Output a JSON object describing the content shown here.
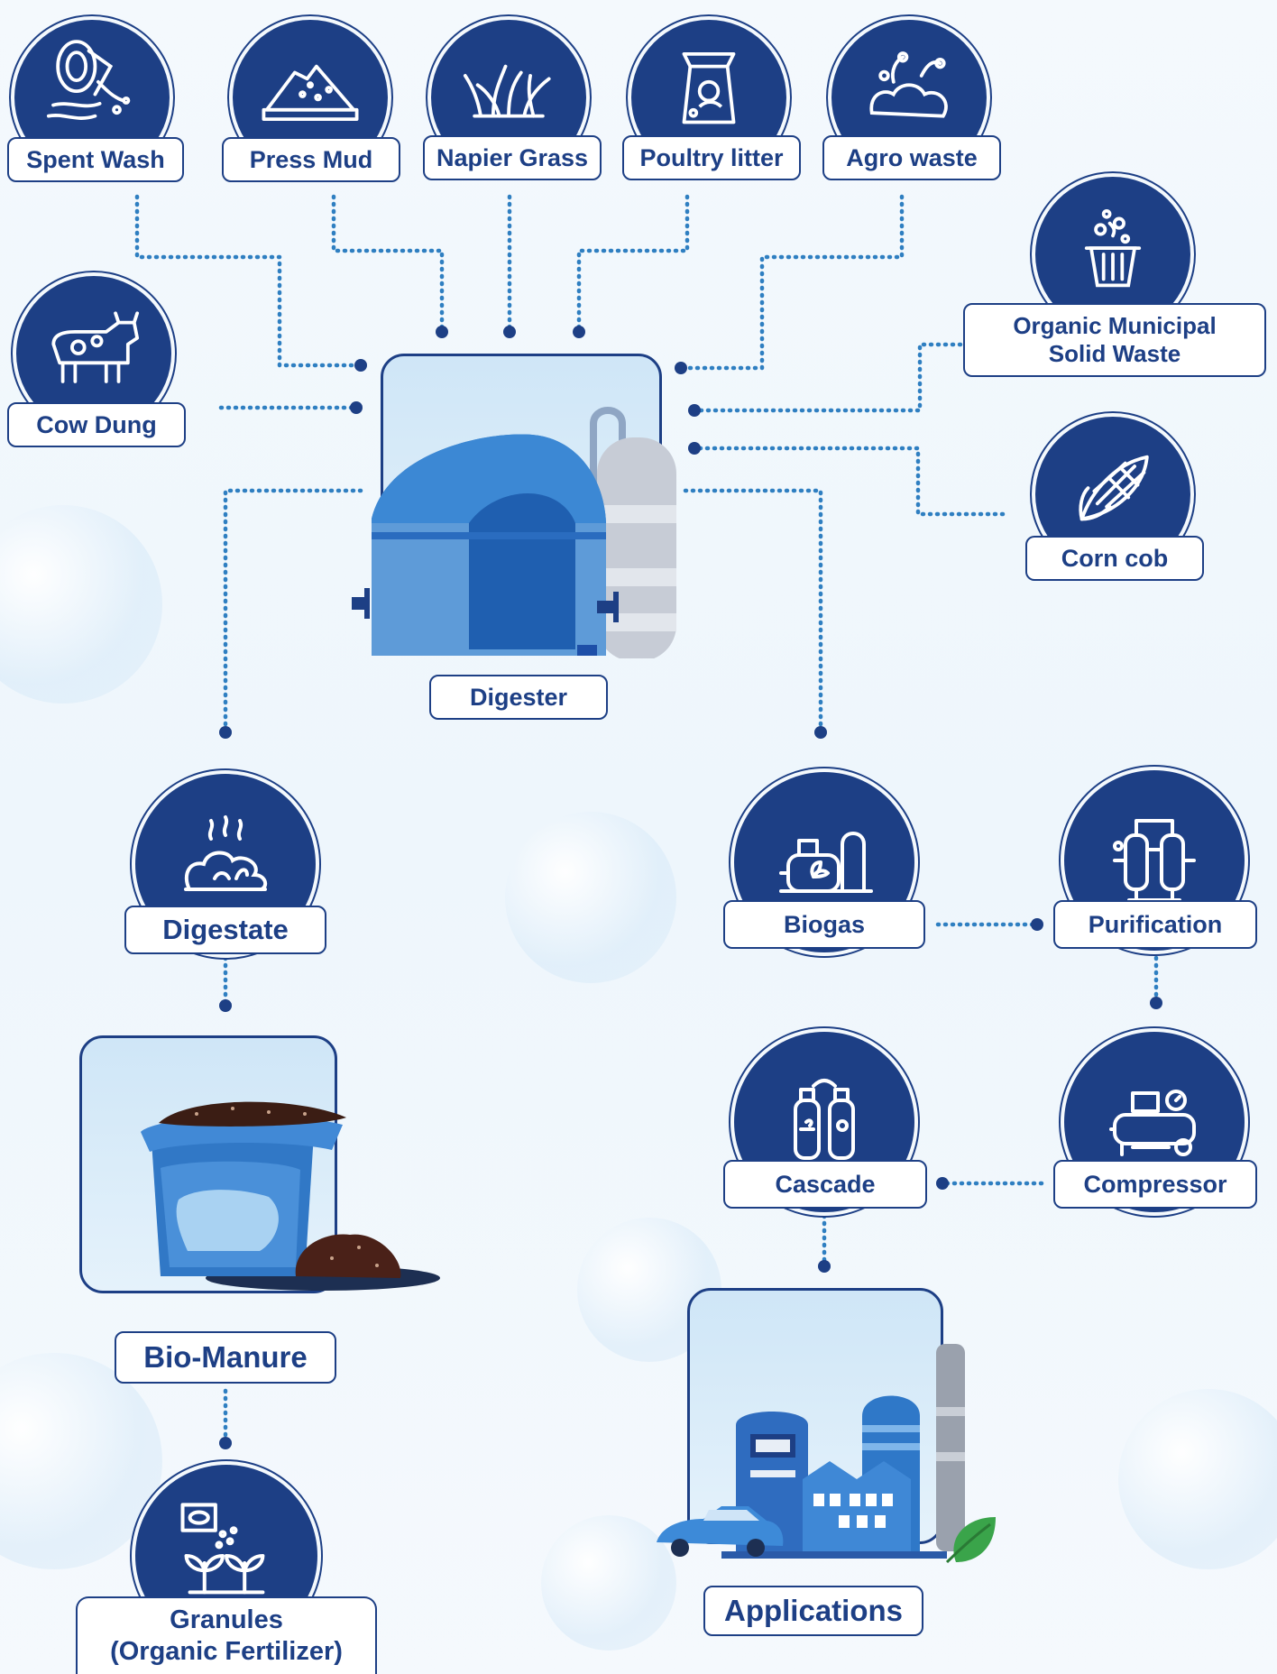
{
  "colors": {
    "navy": "#1d3f85",
    "connector": "#2f7fc1",
    "tank_blue": "#2f78c8",
    "tank_grey": "#c7ccd6"
  },
  "feedstocks": {
    "spent_wash": "Spent Wash",
    "press_mud": "Press Mud",
    "napier_grass": "Napier Grass",
    "poultry_litter": "Poultry litter",
    "agro_waste": "Agro waste",
    "cow_dung": "Cow Dung",
    "omsw_line1": "Organic Municipal",
    "omsw_line2": "Solid Waste",
    "corn_cob": "Corn cob"
  },
  "process": {
    "digester": "Digester",
    "digestate": "Digestate",
    "biogas": "Biogas",
    "purification": "Purification",
    "compressor": "Compressor",
    "cascade": "Cascade",
    "bio_manure": "Bio-Manure",
    "granules_line1": "Granules",
    "granules_line2": "(Organic Fertilizer)",
    "applications": "Applications"
  },
  "icons": {
    "spent_wash": "spent-wash-icon",
    "press_mud": "press-mud-icon",
    "napier_grass": "grass-icon",
    "poultry_litter": "poultry-bag-icon",
    "agro_waste": "agro-waste-icon",
    "cow_dung": "cow-icon",
    "omsw": "waste-bin-icon",
    "corn_cob": "corn-icon",
    "digestate": "digestate-icon",
    "biogas": "biogas-plant-icon",
    "purification": "purification-icon",
    "compressor": "compressor-icon",
    "cascade": "gas-cylinders-icon",
    "granules": "fertilizer-sprout-icon"
  }
}
